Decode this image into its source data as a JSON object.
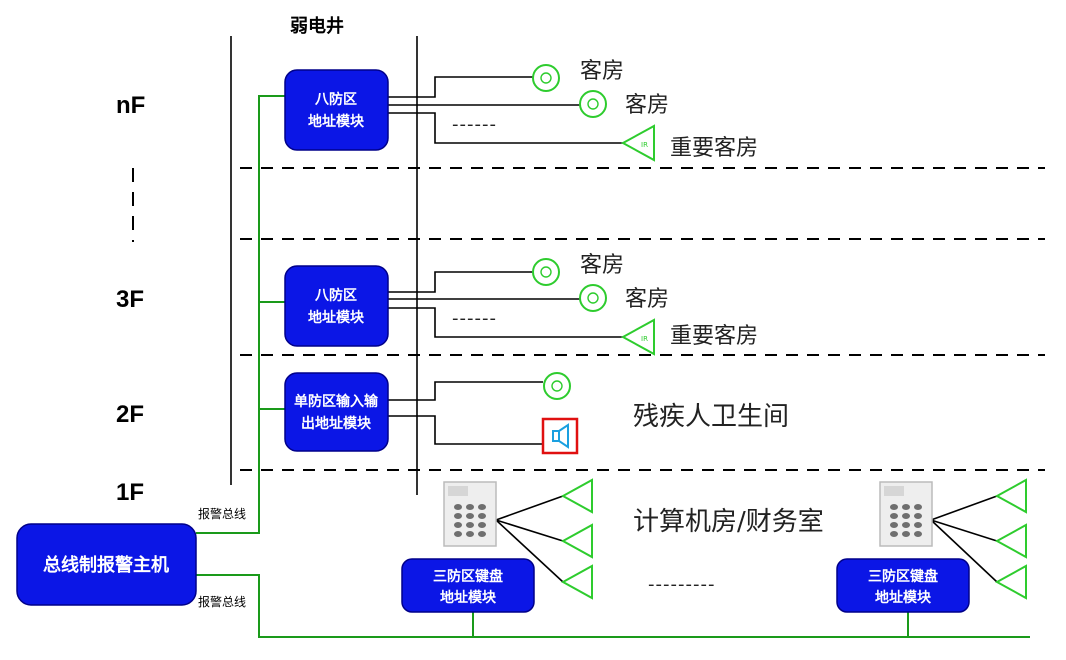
{
  "shaft_label": "弱电井",
  "floors": {
    "nF": "nF",
    "3F": "3F",
    "2F": "2F",
    "1F": "1F"
  },
  "modules": {
    "nF": [
      "八防区",
      "地址模块"
    ],
    "3F": [
      "八防区",
      "地址模块"
    ],
    "2F": [
      "单防区输入输",
      "出地址模块"
    ],
    "kp1": [
      "三防区键盘",
      "地址模块"
    ],
    "kp2": [
      "三防区键盘",
      "地址模块"
    ]
  },
  "rooms": {
    "nF_a": "客房",
    "nF_b": "客房",
    "nF_c": "重要客房",
    "nF_dash": "------",
    "3F_a": "客房",
    "3F_b": "客房",
    "3F_c": "重要客房",
    "3F_dash": "------",
    "2F": "残疾人卫生间",
    "1F": "计算机房/财务室",
    "1F_dash": "---------"
  },
  "host": "总线制报警主机",
  "bus_label_top": "报警总线",
  "bus_label_bottom": "报警总线",
  "colors": {
    "module": "#0b16e6",
    "bus": "#1a9a1a",
    "detector": "#2ecc2e"
  }
}
